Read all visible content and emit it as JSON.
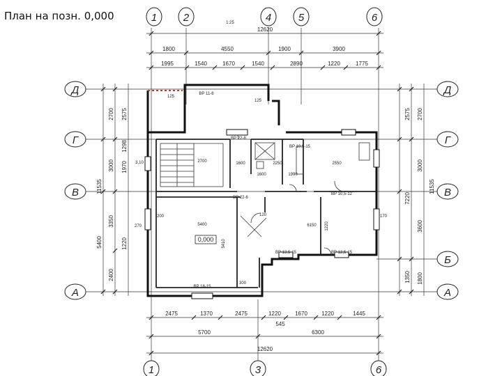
{
  "title": "План на позн. 0,000",
  "axes": {
    "top_numbers": [
      "1",
      "2",
      "4",
      "5",
      "6"
    ],
    "bottom_numbers": [
      "1",
      "3",
      "6"
    ],
    "letters": [
      "Д",
      "Г",
      "В",
      "Б",
      "А"
    ]
  },
  "top_dims": {
    "overall": "12620",
    "row1": [
      "1800",
      "4550",
      "1900",
      "3900"
    ],
    "row2": [
      "1995",
      "1540",
      "1670",
      "1540",
      "2890",
      "1220",
      "1775"
    ]
  },
  "bottom_dims": {
    "row1": [
      "2475",
      "1370",
      "2475",
      "1220",
      "1670",
      "1220",
      "1445"
    ],
    "extra": "545",
    "row2": [
      "5700",
      "6300"
    ],
    "overall": "12620"
  },
  "left_dims": {
    "outer": [
      "2700",
      "3000",
      "3350",
      "5400",
      "2400"
    ],
    "overall": "11535",
    "inner": [
      "2575",
      "1298",
      "1970",
      "1220"
    ]
  },
  "right_dims": {
    "outer": [
      "2700",
      "3000",
      "3600",
      "1800"
    ],
    "overall": "11535",
    "inner": [
      "2575",
      "7220",
      "1350"
    ]
  },
  "level_mark": "0,000",
  "room_labels": [
    "5400",
    "5410",
    "2700",
    "1600",
    "2250",
    "2550",
    "6150",
    "1600",
    "1990",
    "1220"
  ],
  "opening_labels": [
    "ВР 18-15",
    "ВР 10,5-15",
    "ВР 13,5-15",
    "ВР 22-8",
    "ВР 10,5-12",
    "ВР 22-6",
    "ВР 12,5-15",
    "ВР 11-8"
  ],
  "small_labels": [
    "1:25",
    "125",
    "3,10",
    "200",
    "270",
    "125",
    "300",
    "120",
    "170"
  ]
}
